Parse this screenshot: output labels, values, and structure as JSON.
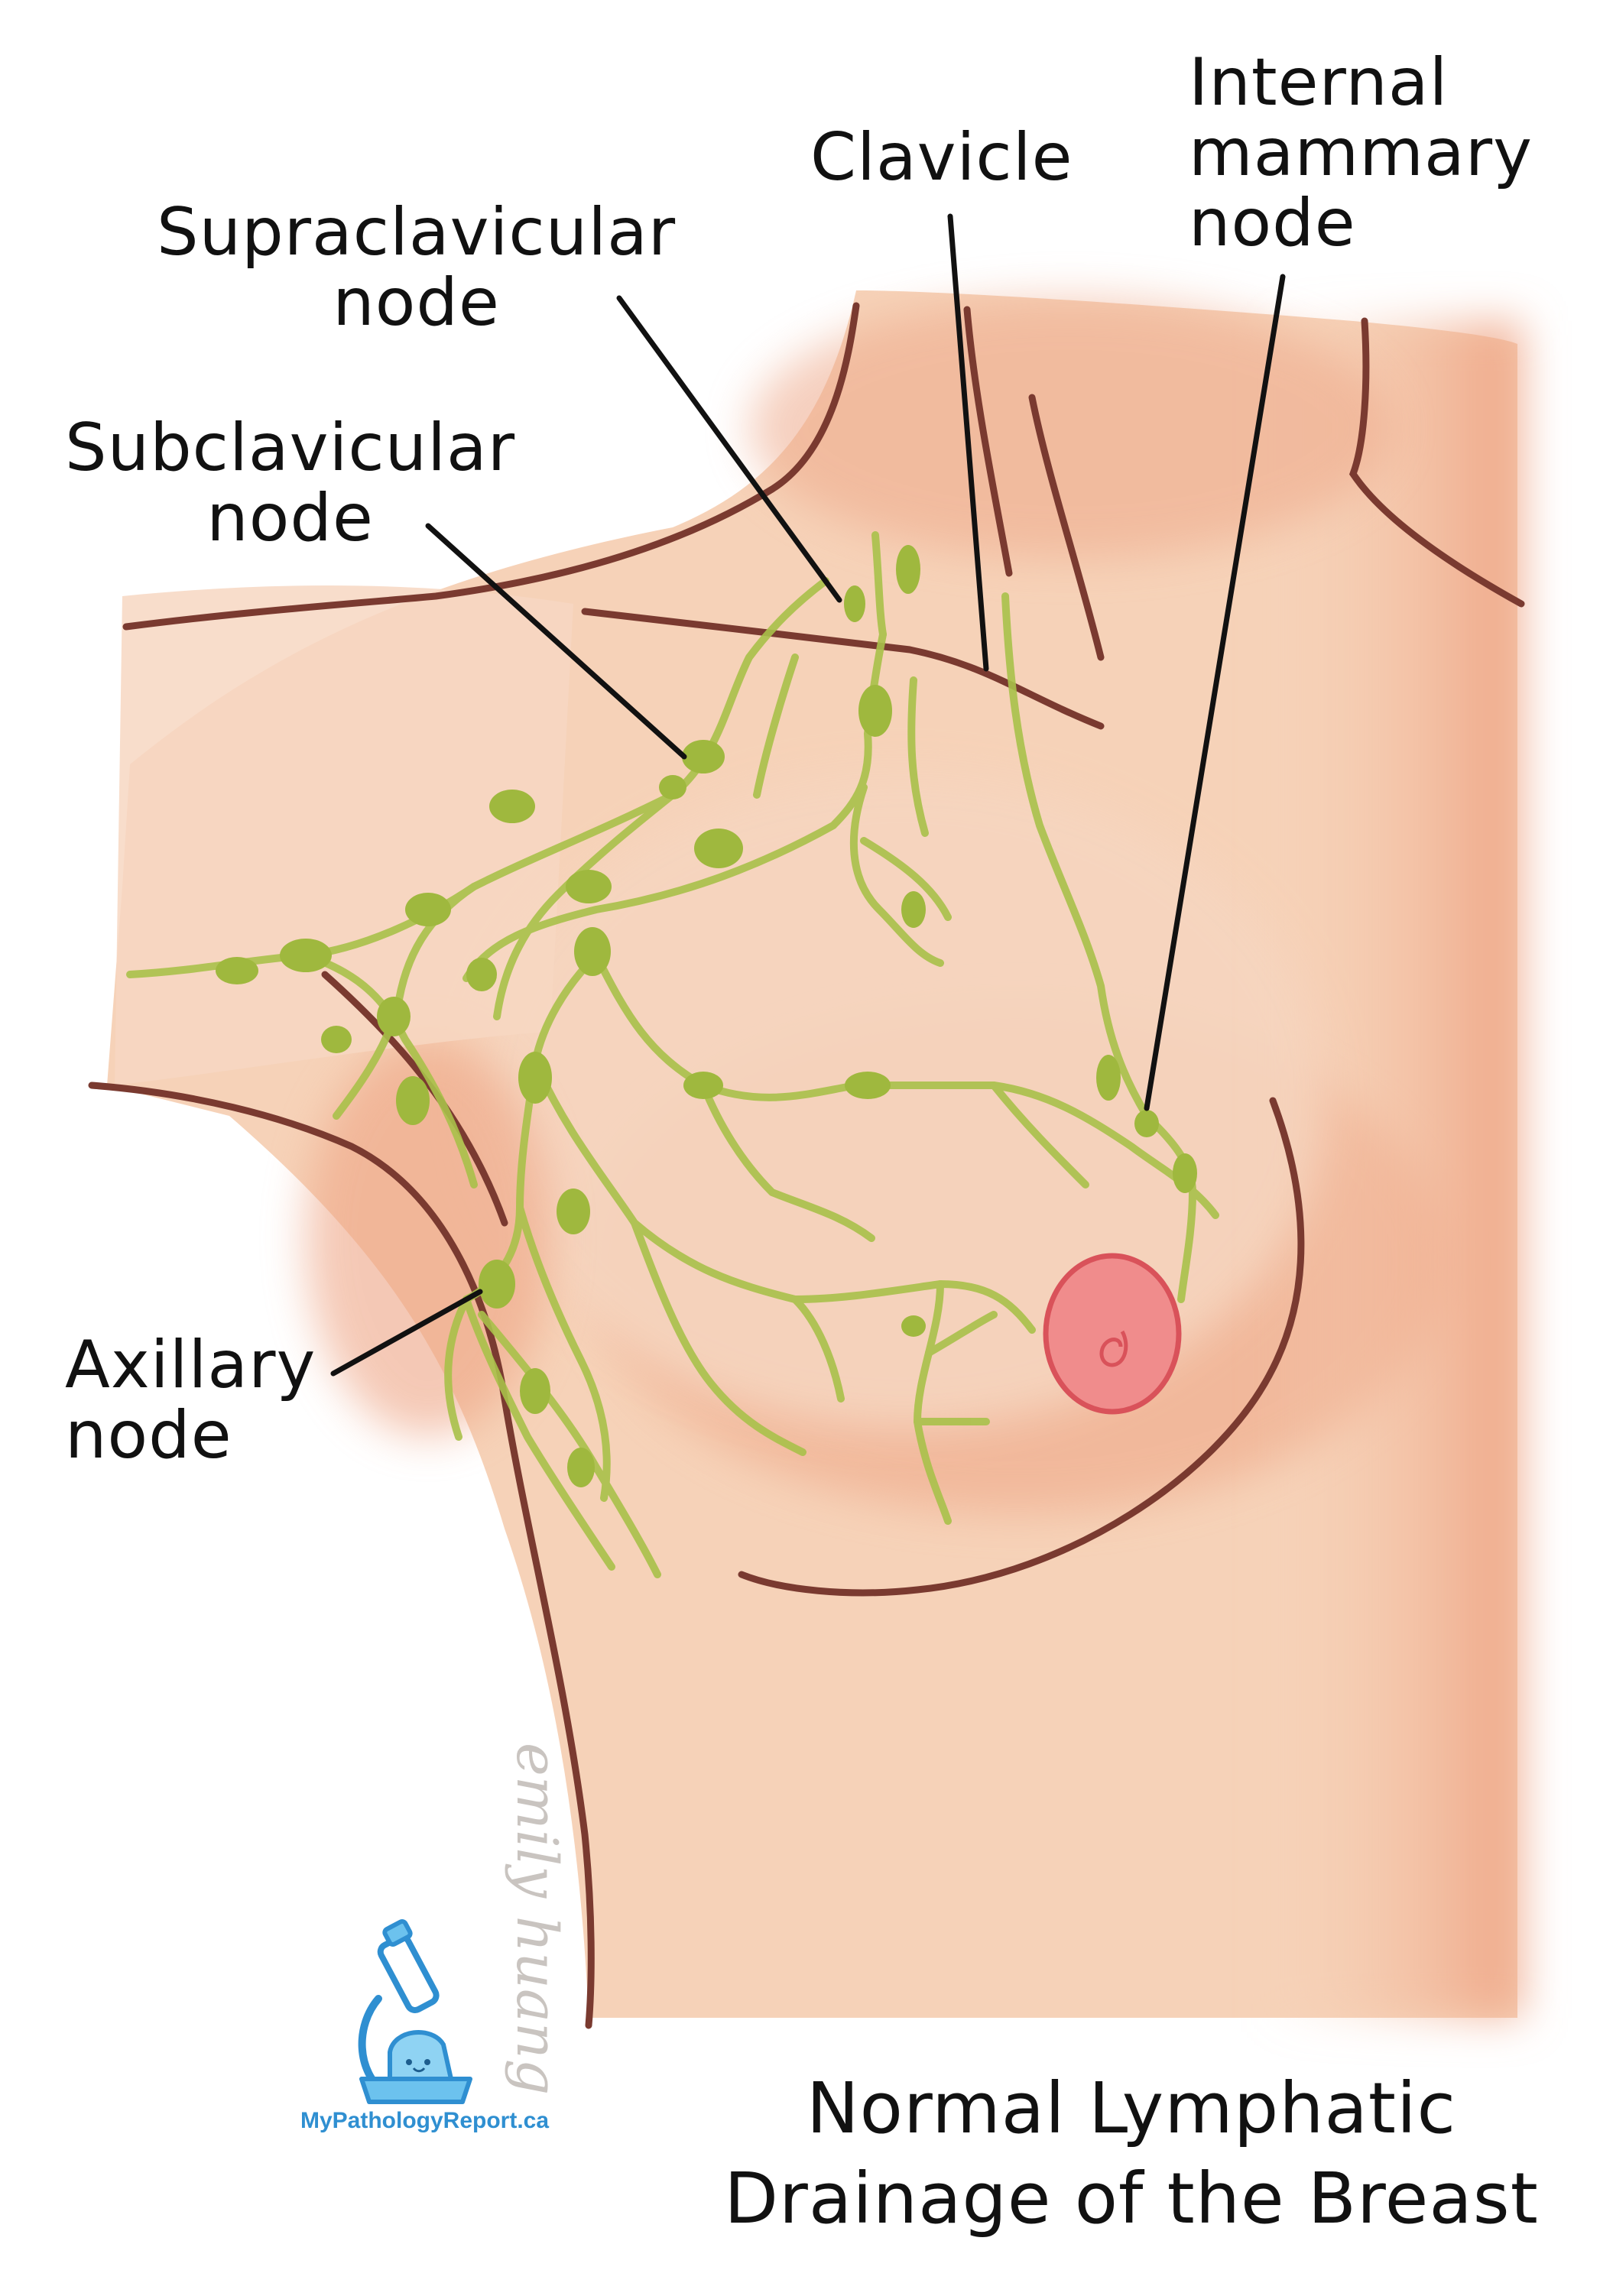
{
  "labels": {
    "supraclavicular": [
      "Supraclavicular",
      "node"
    ],
    "subclavicular": [
      "Subclavicular",
      "node"
    ],
    "clavicle": "Clavicle",
    "internal_mammary": [
      "Internal",
      "mammary",
      "node"
    ],
    "axillary": [
      "Axillary",
      "node"
    ]
  },
  "title": [
    "Normal Lymphatic",
    "Drainage of the Breast"
  ],
  "logo": {
    "text": "MyPathologyReport.ca",
    "icon": "microscope-icon"
  },
  "signature": "emily huang",
  "colors": {
    "skin": "#f6d2b8",
    "skin_shadow": "#efaa88",
    "outline": "#7a3a30",
    "lymph": "#a9c14a",
    "lymph_node": "#9fb83e",
    "nipple": "#f08c8c",
    "nipple_outline": "#d9525a",
    "leader_line": "#111111",
    "logo_blue": "#2f8fd1"
  }
}
